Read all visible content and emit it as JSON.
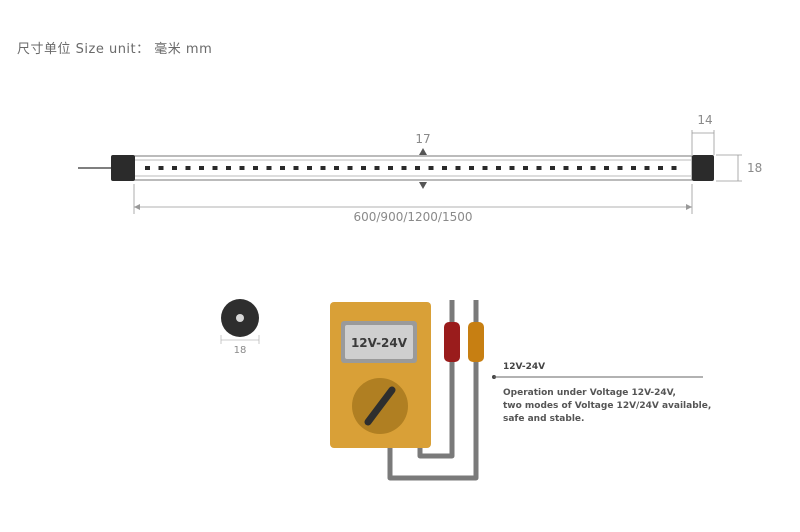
{
  "header": {
    "size_unit": "尺寸单位 Size unit： 毫米 mm"
  },
  "tube": {
    "center_dim": "17",
    "end_width_dim": "14",
    "height_dim": "18",
    "length_dim": "600/900/1200/1500"
  },
  "cross_section": {
    "diameter_dim": "18"
  },
  "multimeter": {
    "display": "12V-24V",
    "colors": {
      "body": "#d9a037",
      "red_probe": "#9a1c1c",
      "orange_probe": "#c77f12"
    }
  },
  "voltage_info": {
    "heading": "12V-24V",
    "lines": [
      "Operation under Voltage 12V-24V,",
      "two modes of Voltage 12V/24V available,",
      "safe and stable."
    ]
  }
}
